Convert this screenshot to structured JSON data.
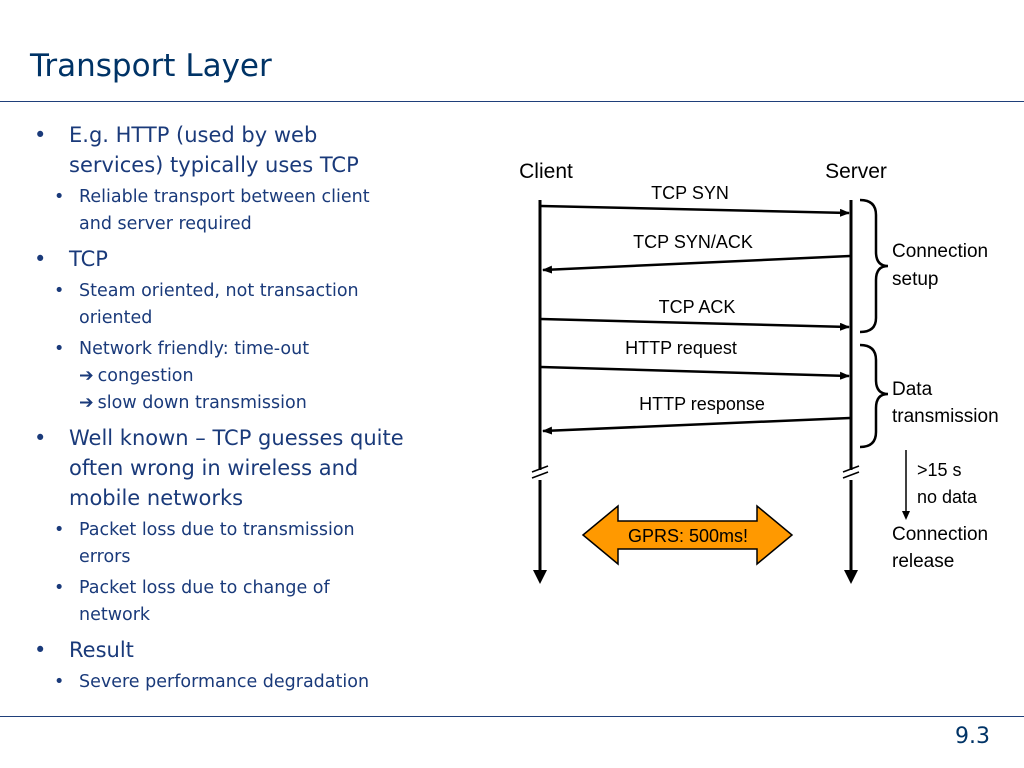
{
  "slide": {
    "title": "Transport Layer",
    "page_number": "9.3"
  },
  "bullets": [
    {
      "text_lines": [
        "E.g. HTTP (used by web",
        "services) typically uses TCP"
      ],
      "sub": [
        {
          "lines": [
            "Reliable transport between client",
            "and server required"
          ]
        }
      ]
    },
    {
      "text_lines": [
        "TCP"
      ],
      "sub": [
        {
          "lines": [
            "Steam oriented, not transaction",
            "oriented"
          ]
        },
        {
          "lines": [
            "Network friendly: time-out"
          ],
          "arrow_lines": [
            "congestion",
            "slow down transmission"
          ]
        }
      ]
    },
    {
      "text_lines": [
        "Well known – TCP guesses quite",
        "often wrong in wireless and",
        "mobile networks"
      ],
      "sub": [
        {
          "lines": [
            "Packet loss due to transmission",
            "errors"
          ]
        },
        {
          "lines": [
            "Packet loss due to change of",
            "network"
          ]
        }
      ]
    },
    {
      "text_lines": [
        "Result"
      ],
      "sub": [
        {
          "lines": [
            "Severe performance degradation"
          ]
        }
      ]
    }
  ],
  "diagram": {
    "client_label": "Client",
    "server_label": "Server",
    "messages": [
      "TCP SYN",
      "TCP SYN/ACK",
      "TCP ACK",
      "HTTP request",
      "HTTP response"
    ],
    "phases": {
      "setup": [
        "Connection",
        "setup"
      ],
      "data": [
        "Data",
        "transmission"
      ],
      "release": [
        "Connection",
        "release"
      ]
    },
    "idle": [
      ">15 s",
      "no data"
    ],
    "gprs_label": "GPRS: 500ms!",
    "gprs_color": "#ff9900"
  }
}
